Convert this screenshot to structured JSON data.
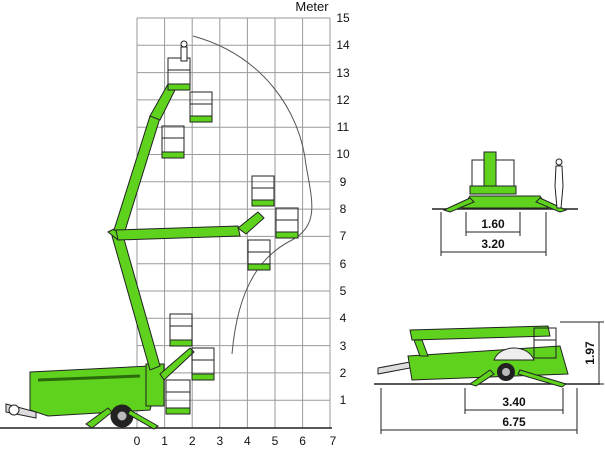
{
  "working_range": {
    "unit_label": "Meter",
    "x_ticks": [
      "0",
      "1",
      "2",
      "3",
      "4",
      "5",
      "6",
      "7"
    ],
    "y_ticks": [
      "1",
      "2",
      "3",
      "4",
      "5",
      "6",
      "7",
      "8",
      "9",
      "10",
      "11",
      "12",
      "13",
      "14",
      "15"
    ]
  },
  "front_view": {
    "widths": [
      "1.60",
      "3.20"
    ]
  },
  "side_view": {
    "height": "1.97",
    "wheelbase": "3.40",
    "length": "6.75"
  },
  "colors": {
    "machine_green": "#5fd21e",
    "outline": "#222222",
    "grid": "#9a9a9a"
  }
}
